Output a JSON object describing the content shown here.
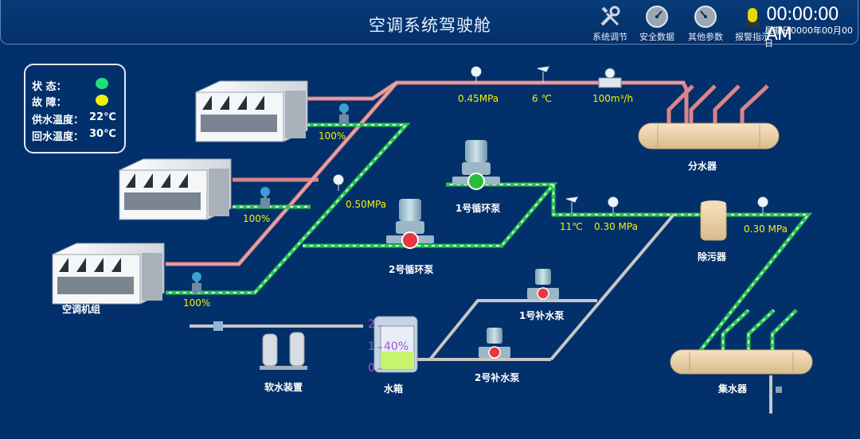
{
  "header": {
    "title": "空调系统驾驶舱",
    "buttons": [
      {
        "label": "系统调节",
        "icon": "wrench-screwdriver-icon"
      },
      {
        "label": "安全数据",
        "icon": "gauge-icon"
      },
      {
        "label": "其他参数",
        "icon": "gauge-icon"
      },
      {
        "label": "报警指示",
        "icon": "alarm-light-icon"
      }
    ],
    "clock": "00:00:00 AM",
    "date": "星期日0000年00月00日"
  },
  "status": {
    "state_label": "状  态：",
    "fault_label": "故  障：",
    "supply_label": "供水温度：",
    "supply_value": "22℃",
    "return_label": "回水温度：",
    "return_value": "30℃",
    "state_color": "#1ee07a",
    "fault_color": "#f4f000"
  },
  "labels": {
    "chiller_group": "空调机组",
    "distributor": "分水器",
    "collector": "集水器",
    "filter": "除污器",
    "pump1": "1号循环泵",
    "pump2": "2号循环泵",
    "makeup1": "1号补水泵",
    "makeup2": "2号补水泵",
    "softener": "软水装置",
    "tank": "水箱"
  },
  "values": {
    "valve1": "100%",
    "valve2": "100%",
    "valve3": "100%",
    "supply_pressure": "0.45MPa",
    "supply_temp": "6 ℃",
    "supply_flow": "100m³/h",
    "pump_inlet_pressure": "0.50MPa",
    "return_temp": "11℃",
    "return_pressure": "0.30 MPa",
    "filter_pressure": "0.30 MPa",
    "tank_level_text": "40%",
    "tank_level": 0.4,
    "tank_scale": [
      "2",
      "1",
      "0"
    ]
  },
  "colors": {
    "supply_pipe": "#d9858a",
    "return_pipe": "#2ecc63",
    "makeup_pipe": "#c6c6c6",
    "tank_fill": "#c6f56b"
  }
}
